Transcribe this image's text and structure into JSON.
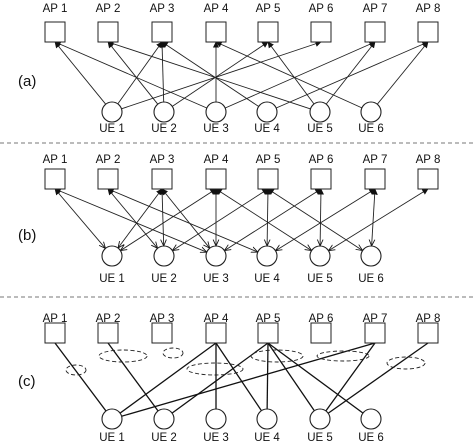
{
  "access_points": [
    "AP 1",
    "AP 2",
    "AP 3",
    "AP 4",
    "AP 5",
    "AP 6",
    "AP 7",
    "AP 8"
  ],
  "user_equipment": [
    "UE 1",
    "UE 2",
    "UE 3",
    "UE 4",
    "UE 5",
    "UE 6"
  ],
  "panels": [
    {
      "id": "a",
      "label": "(a)",
      "direction": "uplink",
      "links": [
        [
          1,
          1
        ],
        [
          1,
          3
        ],
        [
          1,
          6
        ],
        [
          2,
          2
        ],
        [
          2,
          3
        ],
        [
          2,
          5
        ],
        [
          3,
          1
        ],
        [
          3,
          4
        ],
        [
          3,
          7
        ],
        [
          4,
          3
        ],
        [
          4,
          8
        ],
        [
          5,
          2
        ],
        [
          5,
          5
        ],
        [
          5,
          7
        ],
        [
          6,
          4
        ],
        [
          6,
          8
        ]
      ]
    },
    {
      "id": "b",
      "label": "(b)",
      "direction": "bidirectional",
      "links": [
        [
          1,
          1
        ],
        [
          1,
          3
        ],
        [
          1,
          4
        ],
        [
          2,
          2
        ],
        [
          2,
          3
        ],
        [
          2,
          5
        ],
        [
          3,
          1
        ],
        [
          3,
          3
        ],
        [
          3,
          4
        ],
        [
          3,
          6
        ],
        [
          4,
          2
        ],
        [
          4,
          5
        ],
        [
          4,
          7
        ],
        [
          5,
          4
        ],
        [
          5,
          6
        ],
        [
          5,
          8
        ],
        [
          6,
          5
        ],
        [
          6,
          7
        ]
      ]
    },
    {
      "id": "c",
      "label": "(c)",
      "direction": "none",
      "links": [
        [
          1,
          1
        ],
        [
          1,
          4
        ],
        [
          1,
          7
        ],
        [
          2,
          2
        ],
        [
          2,
          5
        ],
        [
          3,
          4
        ],
        [
          4,
          4
        ],
        [
          4,
          5
        ],
        [
          5,
          5
        ],
        [
          5,
          7
        ],
        [
          5,
          8
        ],
        [
          6,
          5
        ]
      ]
    }
  ],
  "colors": {
    "line": "#222222",
    "separator": "#777777",
    "background": "#ffffff"
  }
}
